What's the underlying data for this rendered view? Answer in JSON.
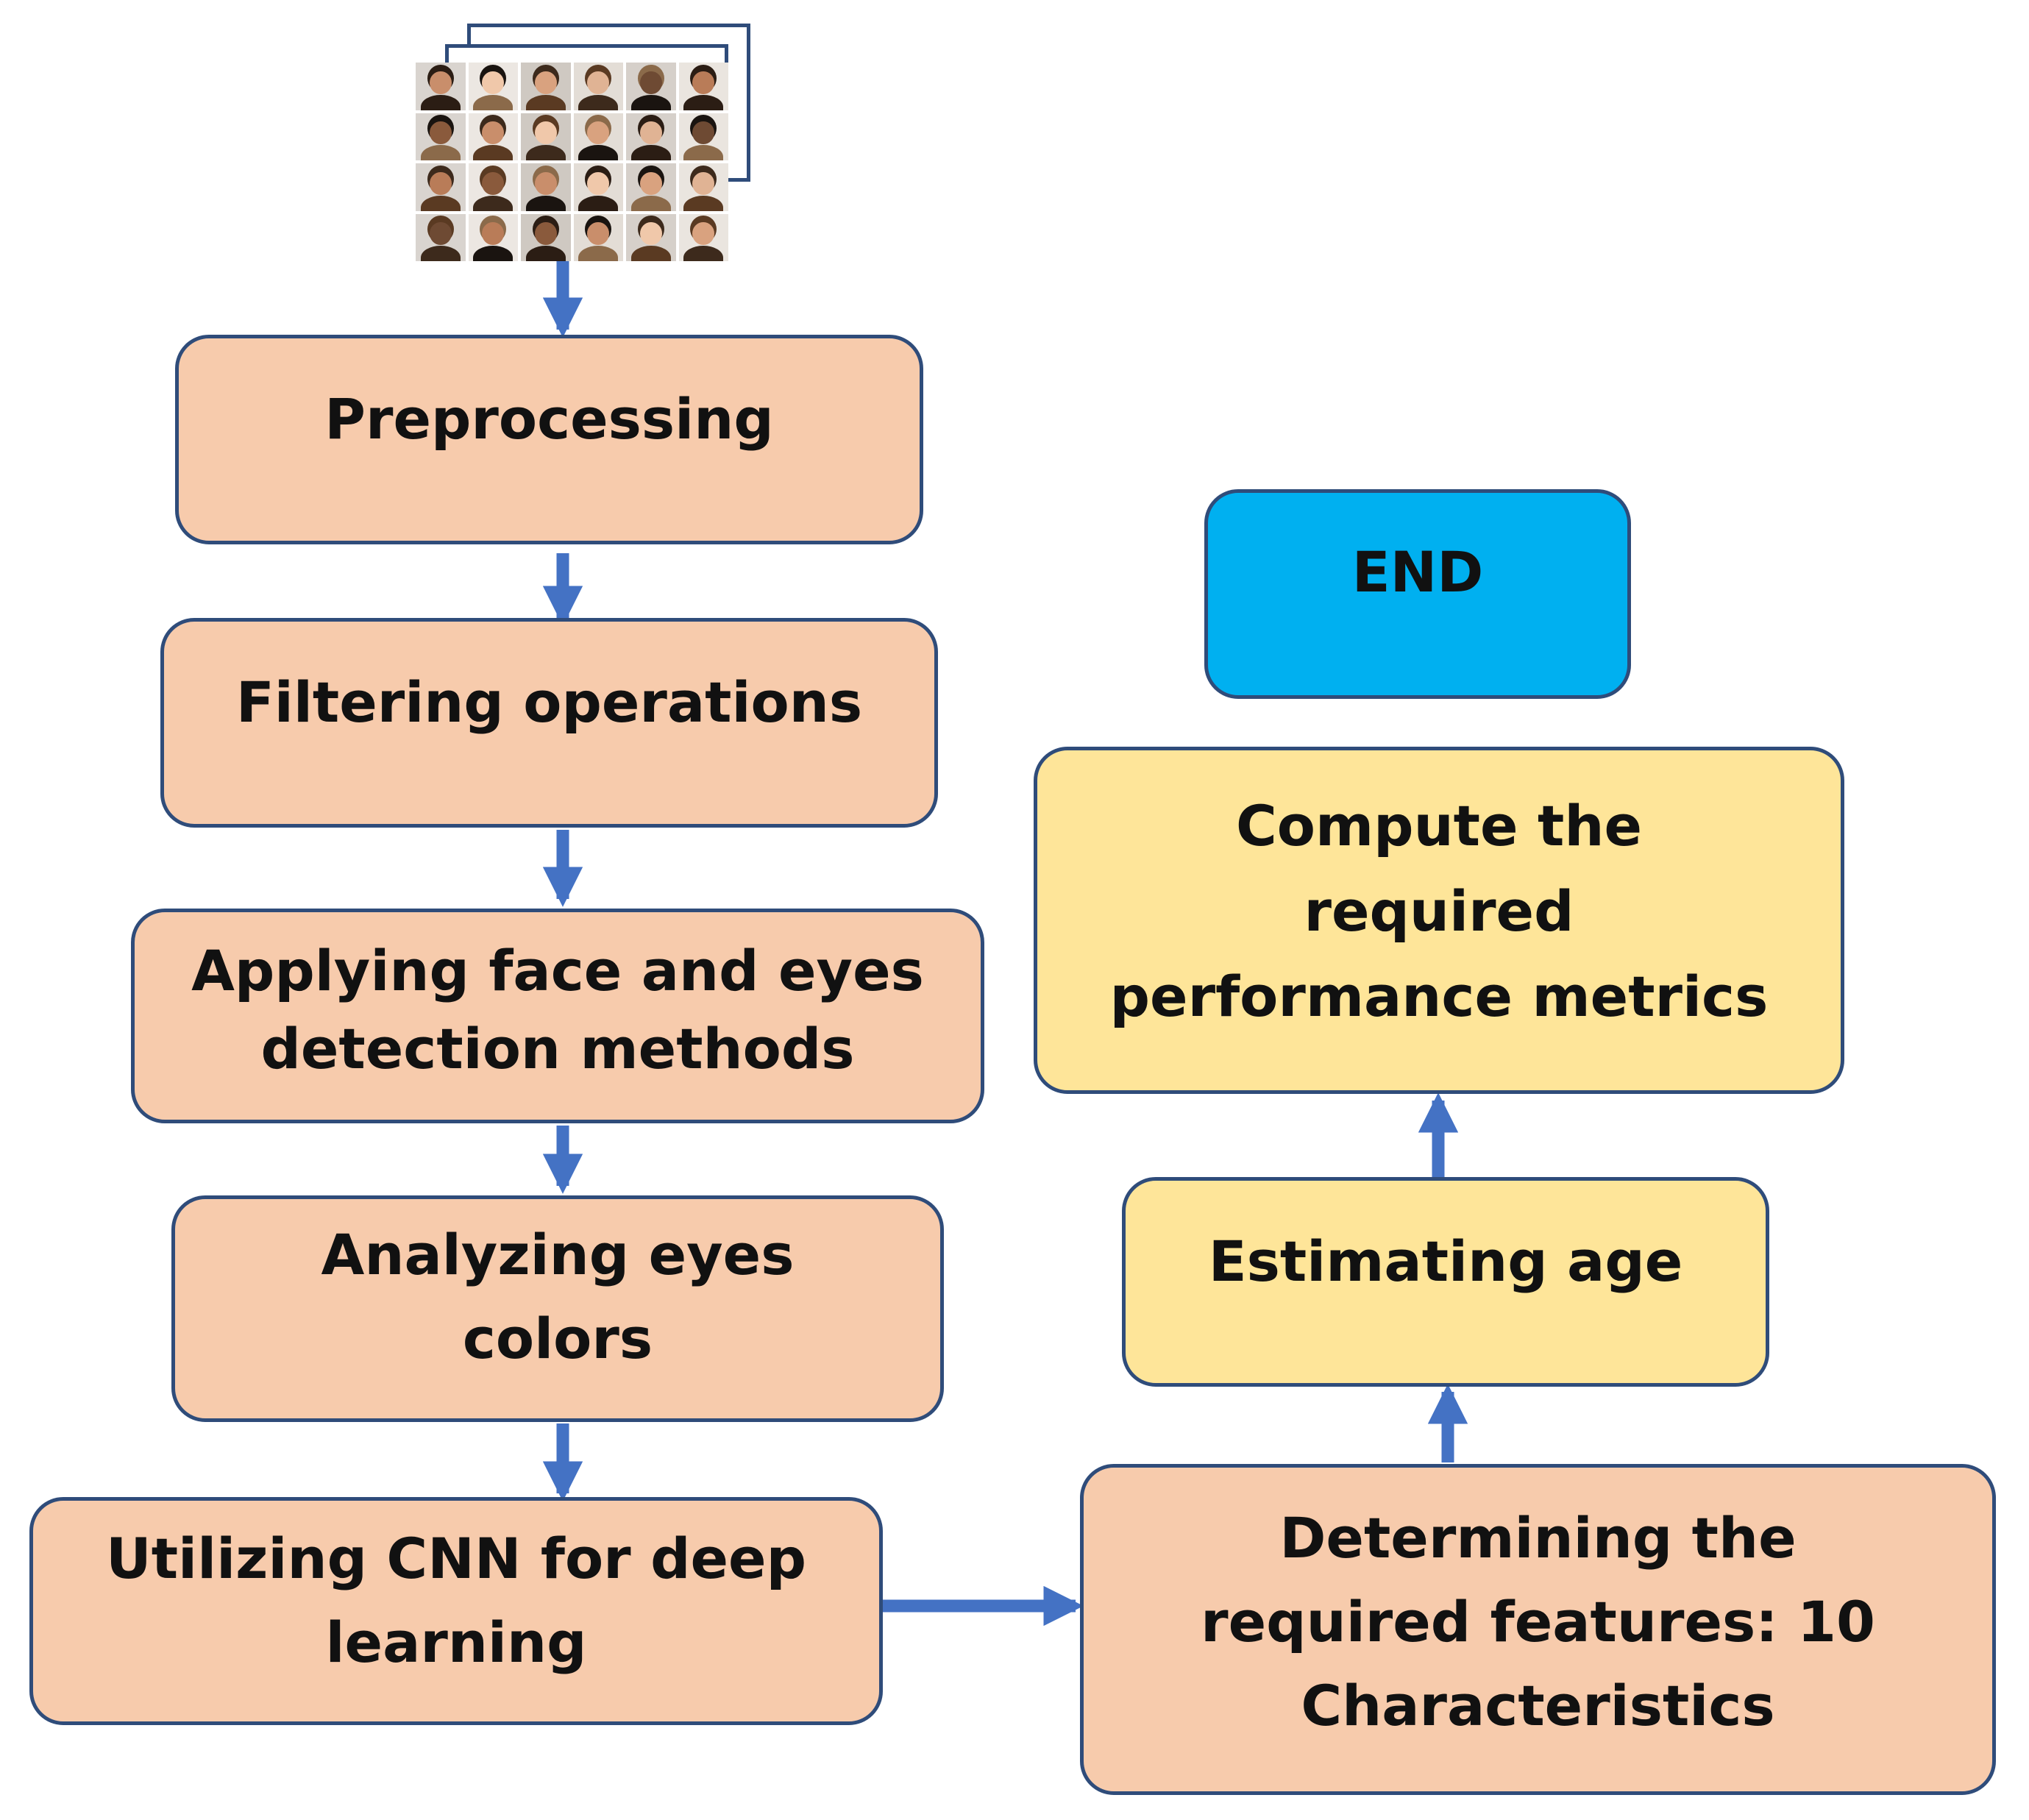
{
  "colors": {
    "process_fill": "#f7cbac",
    "metric_fill": "#fee599",
    "end_fill": "#00b0f0",
    "border": "#2f4c7a",
    "arrow": "#4472c4"
  },
  "icons": {
    "input_images": "face-photo-grid-icon"
  },
  "steps": [
    {
      "id": "preprocessing",
      "label": "Preprocessing"
    },
    {
      "id": "filtering",
      "label": "Filtering operations"
    },
    {
      "id": "detection",
      "label": "Applying face and eyes\ndetection methods"
    },
    {
      "id": "eye_colors",
      "label": "Analyzing eyes\ncolors"
    },
    {
      "id": "cnn",
      "label": "Utilizing CNN for deep\nlearning"
    },
    {
      "id": "features",
      "label": "Determining the\nrequired features: 10\nCharacteristics"
    },
    {
      "id": "age",
      "label": "Estimating age"
    },
    {
      "id": "metrics",
      "label": "Compute the\nrequired\nperformance metrics"
    },
    {
      "id": "end",
      "label": "END"
    }
  ],
  "flow": [
    [
      "input",
      "preprocessing"
    ],
    [
      "preprocessing",
      "filtering"
    ],
    [
      "filtering",
      "detection"
    ],
    [
      "detection",
      "eye_colors"
    ],
    [
      "eye_colors",
      "cnn"
    ],
    [
      "cnn",
      "features"
    ],
    [
      "features",
      "age"
    ],
    [
      "age",
      "metrics"
    ]
  ]
}
